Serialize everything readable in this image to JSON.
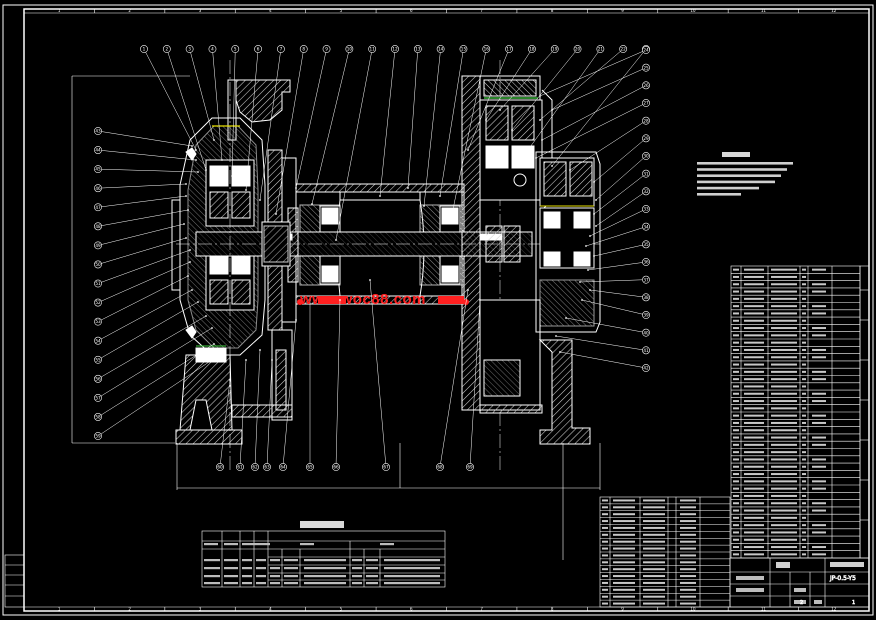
{
  "watermark": "www.woc88.com",
  "title_block": {
    "zone_left": "1",
    "zone_mid": "2",
    "scale_label": "JP-0.5-Y5"
  },
  "zone_numbers_top": [
    "1",
    "2",
    "3",
    "4",
    "5",
    "6",
    "7",
    "8",
    "9",
    "10",
    "11",
    "12"
  ],
  "zone_numbers_bottom": [
    "1",
    "2",
    "3",
    "4",
    "5",
    "6",
    "7",
    "8",
    "9",
    "10",
    "11",
    "12"
  ],
  "callouts_top": [
    "1",
    "2",
    "3",
    "4",
    "5",
    "6",
    "7",
    "8",
    "9",
    "10",
    "11",
    "12",
    "13",
    "14",
    "15",
    "16",
    "17",
    "18",
    "19",
    "20",
    "21",
    "22",
    "23"
  ],
  "callouts_right": [
    "24",
    "25",
    "26",
    "27",
    "28",
    "29",
    "30",
    "31",
    "32",
    "33",
    "34",
    "35",
    "36",
    "37",
    "38",
    "39",
    "40",
    "41",
    "42"
  ],
  "callouts_left": [
    "43",
    "44",
    "45",
    "46",
    "47",
    "48",
    "49",
    "50",
    "51",
    "52",
    "53",
    "54",
    "55",
    "56",
    "57",
    "58",
    "59"
  ],
  "callouts_bottom": [
    "60",
    "61",
    "62",
    "63",
    "64",
    "65",
    "66",
    "67",
    "68",
    "69"
  ],
  "colors": {
    "background": "#000000",
    "line": "#ffffff",
    "accent_red": "#ff2020",
    "accent_yellow": "#e8e000",
    "accent_green": "#40d040",
    "hatch": "#c8c8c8"
  }
}
